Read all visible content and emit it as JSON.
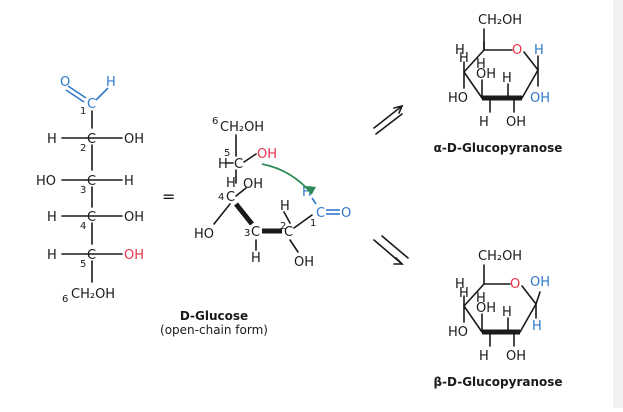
{
  "colors": {
    "oxygen_red": "#e8334a",
    "carbonyl_blue": "#2f78c8",
    "arrow_green": "#2e8b57",
    "ink": "#1a1a1a"
  },
  "atoms": {
    "O": "O",
    "H": "H",
    "C": "C",
    "OH": "OH",
    "HO": "HO",
    "CH2OH": "CH₂OH",
    "equals": "="
  },
  "numbers": {
    "n1": "1",
    "n2": "2",
    "n3": "3",
    "n4": "4",
    "n5": "5",
    "n6": "6"
  },
  "fischer": {
    "c6_label": "CH₂OH"
  },
  "chair_open": {
    "c6_label": "CH₂OH"
  },
  "captions": {
    "glucose_title": "D-Glucose",
    "glucose_sub": "(open-chain form)",
    "alpha": "α-D-Glucopyranose",
    "beta": "β-D-Glucopyranose"
  }
}
